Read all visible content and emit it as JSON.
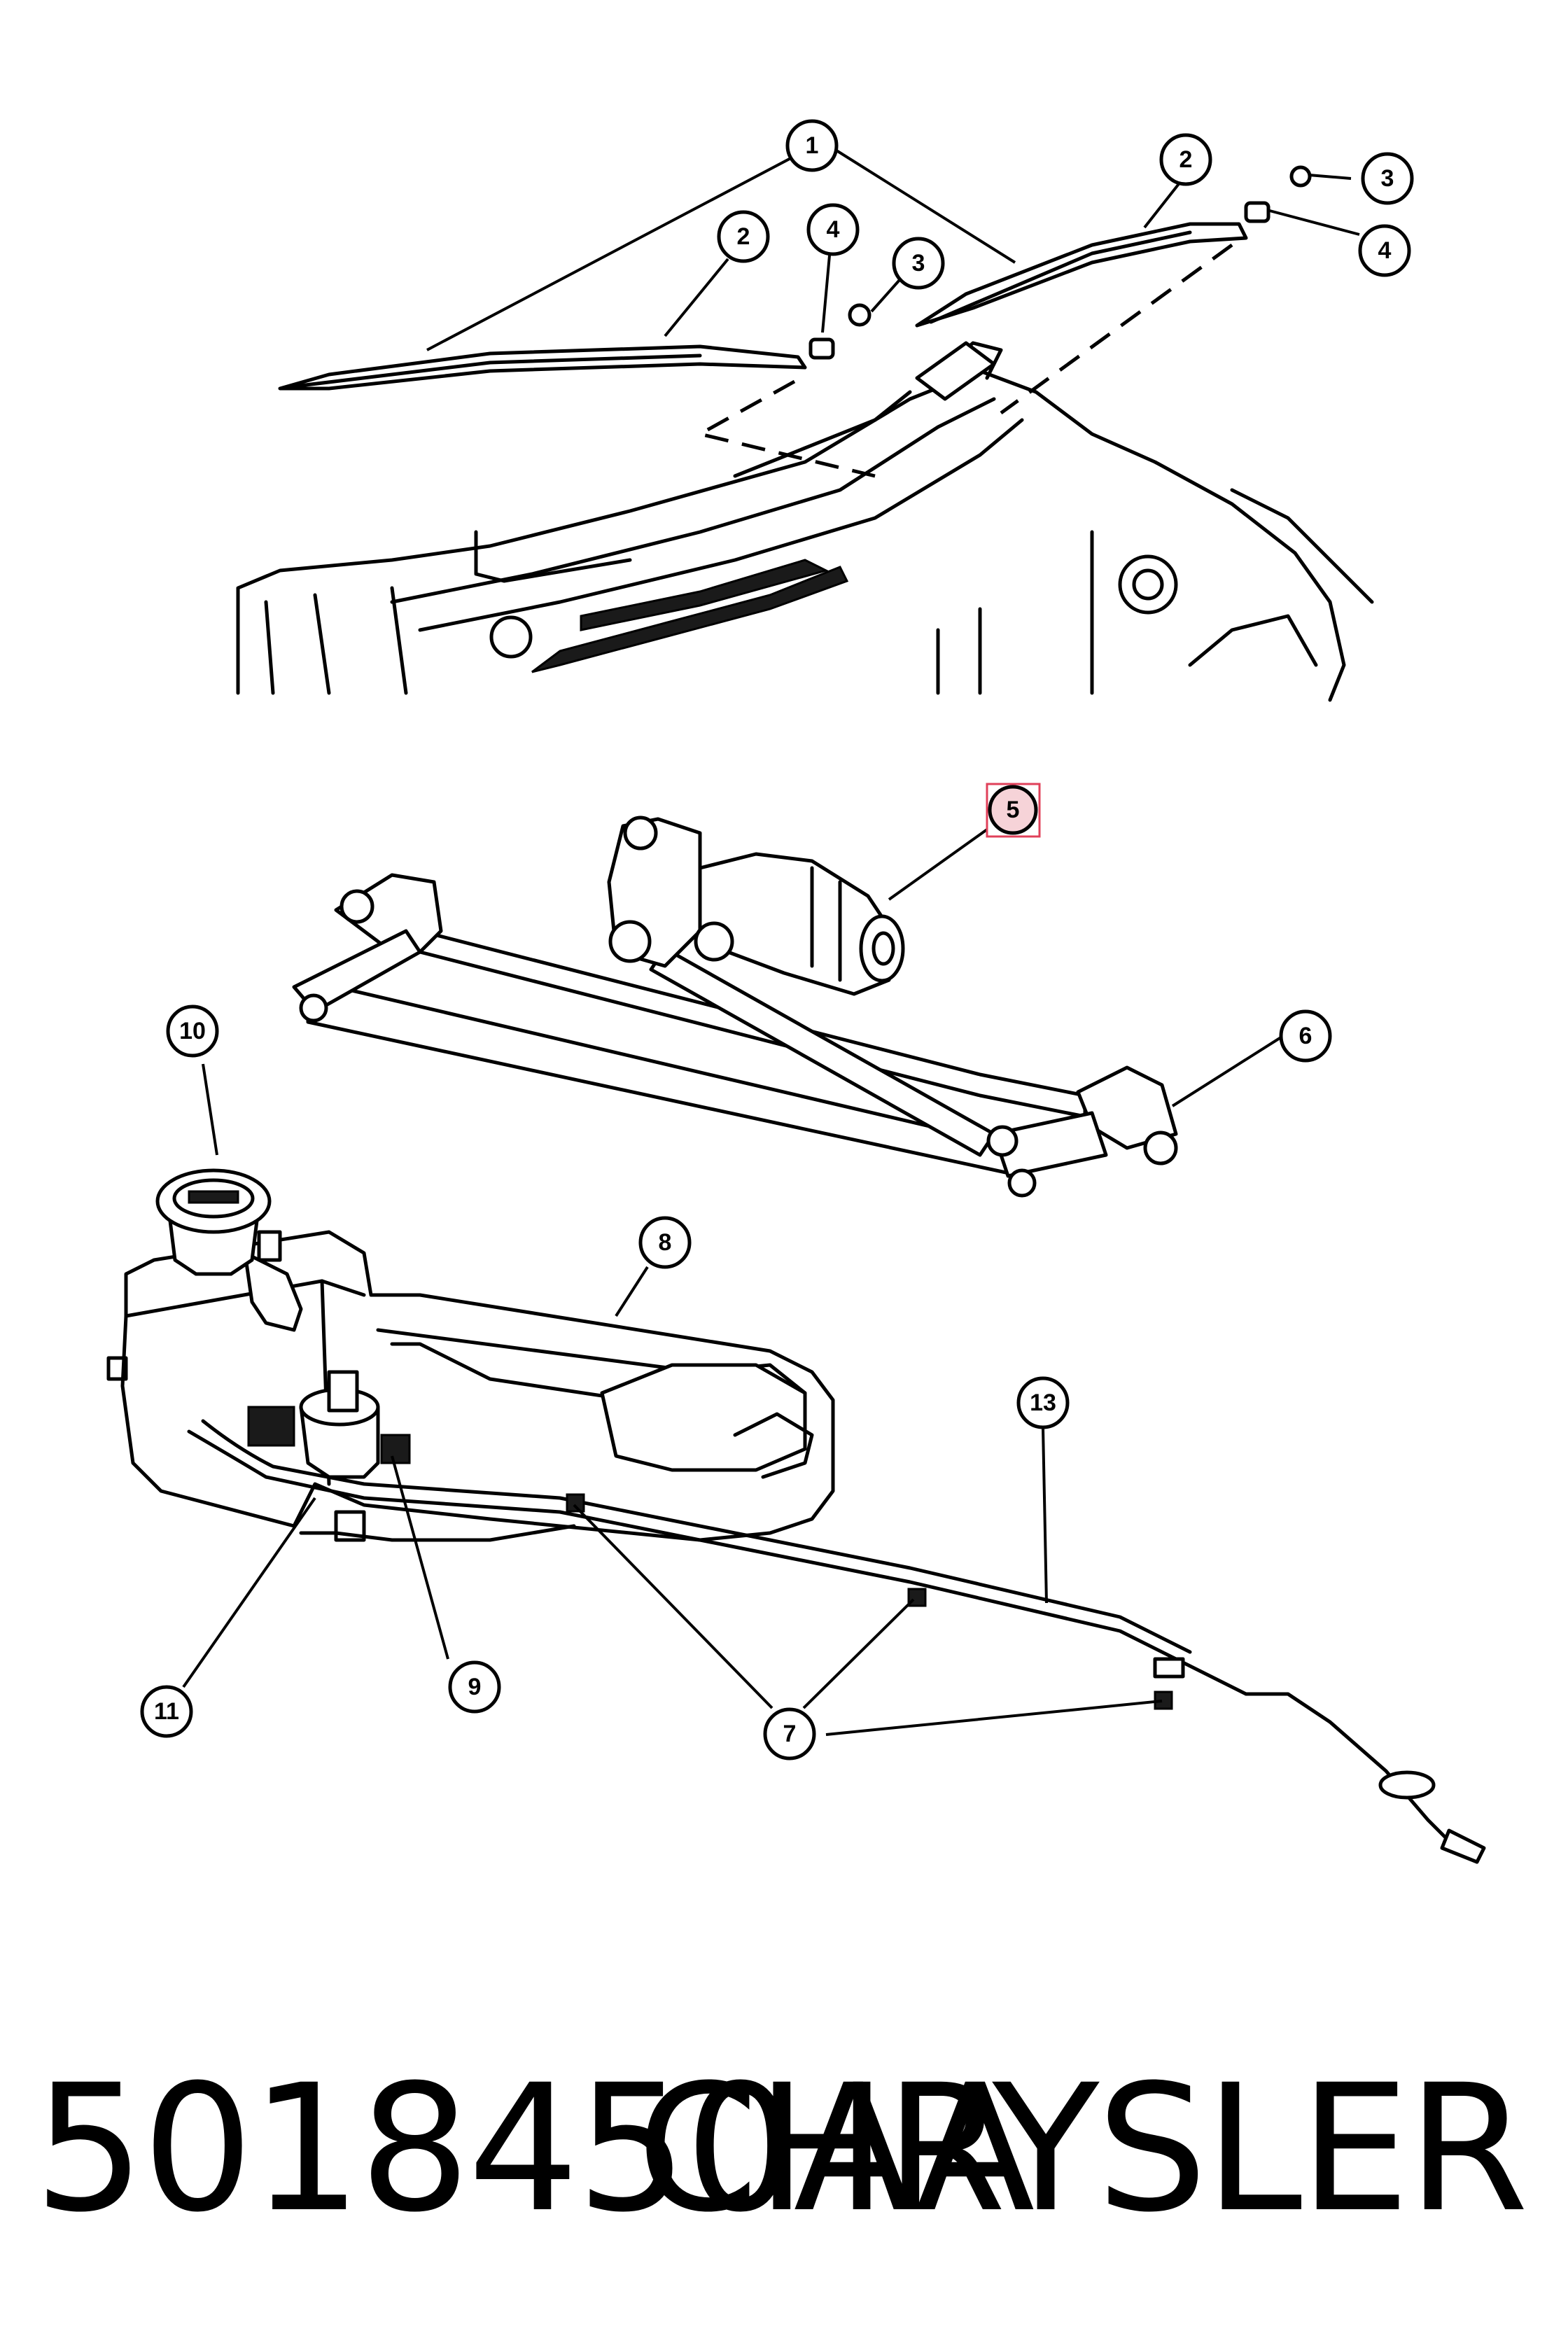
{
  "diagram": {
    "callouts": [
      {
        "id": "c1",
        "label": "1"
      },
      {
        "id": "c2a",
        "label": "2"
      },
      {
        "id": "c2b",
        "label": "2"
      },
      {
        "id": "c3a",
        "label": "3"
      },
      {
        "id": "c3b",
        "label": "3"
      },
      {
        "id": "c4a",
        "label": "4"
      },
      {
        "id": "c4b",
        "label": "4"
      },
      {
        "id": "c5",
        "label": "5",
        "highlighted": true
      },
      {
        "id": "c6",
        "label": "6"
      },
      {
        "id": "c7",
        "label": "7"
      },
      {
        "id": "c8",
        "label": "8"
      },
      {
        "id": "c9",
        "label": "9"
      },
      {
        "id": "c10",
        "label": "10"
      },
      {
        "id": "c11",
        "label": "11"
      },
      {
        "id": "c13",
        "label": "13"
      }
    ],
    "highlight_color": "#e0405a"
  },
  "caption": {
    "part_number": "5018450AA",
    "brand": "CHRYSLER"
  }
}
